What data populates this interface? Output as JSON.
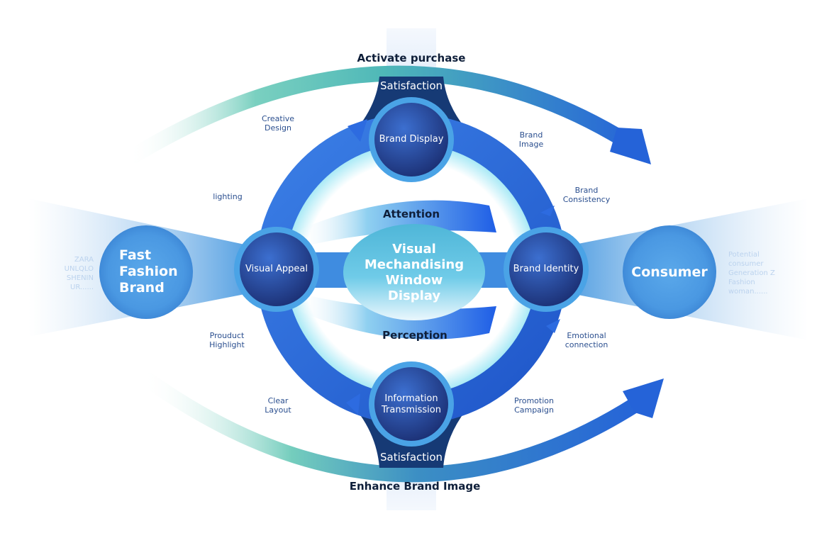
{
  "flows": {
    "top": "Activate purchase",
    "bottom": "Enhance Brand Image",
    "satisfaction_top": "Satisfaction",
    "satisfaction_bottom": "Satisfaction",
    "attention": "Attention",
    "perception": "Perception"
  },
  "center": {
    "title": "Visual\nMechandising\nWindow\nDisplay"
  },
  "nodes": {
    "brand_display": "Brand Display",
    "visual_appeal": "Visual Appeal",
    "brand_identity": "Brand Identity",
    "information_transmission": "Information\nTransmission"
  },
  "left": {
    "title": "Fast\nFashion\nBrand",
    "examples": "ZARA\nUNLQLO\nSHENIN\nUR......"
  },
  "right": {
    "title": "Consumer",
    "examples": "Potential\nconsumer\nGeneration Z\nFashion\nwoman......"
  },
  "labels": {
    "creative_design": "Creative\nDesign",
    "lighting": "lighting",
    "product_highlight": "Prouduct\nHighlight",
    "clear_layout": "Clear\nLayout",
    "brand_image": "Brand\nImage",
    "brand_consistency": "Brand\nConsistency",
    "emotional_connection": "Emotional\nconnection",
    "promotion_campaign": "Promotion\nCampaign"
  },
  "colors": {
    "ring_blue": "#2f6fdc",
    "deep_navy": "#1c3f7a",
    "teal": "#5cc8b0",
    "light_blue": "#4aa3e6"
  }
}
